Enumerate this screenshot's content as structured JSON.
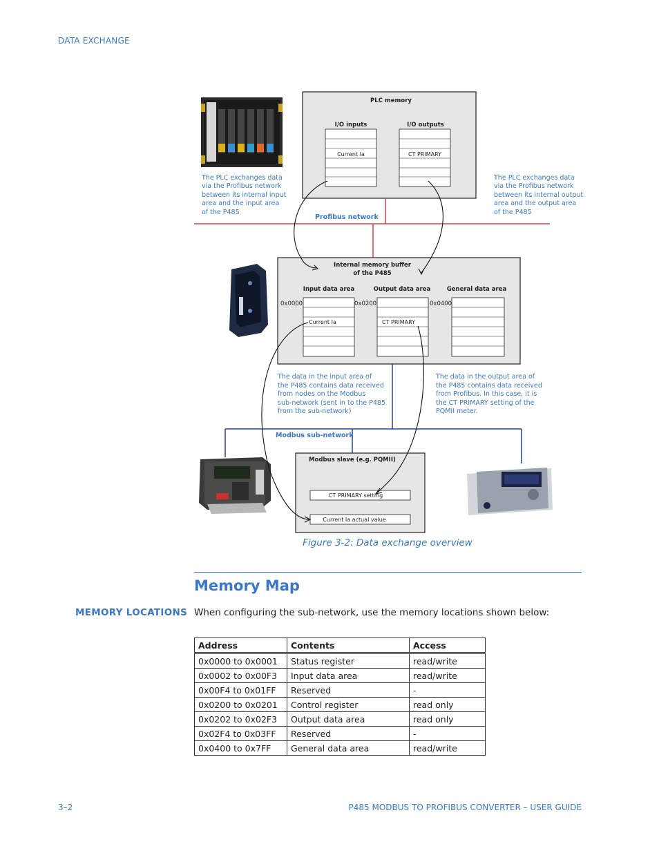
{
  "header": {
    "section": "DATA EXCHANGE"
  },
  "figure": {
    "plc_memory": {
      "title": "PLC memory",
      "io_inputs": "I/O inputs",
      "io_outputs": "I/O outputs",
      "input_cell": "Current Ia",
      "output_cell": "CT PRIMARY"
    },
    "note_left": [
      "The PLC exchanges data",
      "via the Profibus network",
      "between its internal input",
      "area and the input area",
      "of the P485"
    ],
    "note_right": [
      "The PLC exchanges data",
      "via the Profibus network",
      "between its internal output",
      "area and the output area",
      "of the P485"
    ],
    "profibus_label": "Profibus network",
    "buffer": {
      "title_line1": "Internal memory buffer",
      "title_line2": "of the P485",
      "input_area": "Input data area",
      "output_area": "Output data area",
      "general_area": "General data area",
      "addr_input": "0x0000",
      "addr_output": "0x0200",
      "addr_general": "0x0400",
      "input_cell": "Current Ia",
      "output_cell": "CT PRIMARY"
    },
    "note_input": [
      "The data in the input area of",
      "the P485 contains data received",
      "from nodes on the Modbus",
      "sub-network (sent in to the P485",
      "from the sub-network)"
    ],
    "note_output": [
      "The data in the output area of",
      "the P485 contains data received",
      "from Profibus. In this case, it is",
      "the CT PRIMARY setting of the",
      "PQMII meter."
    ],
    "modbus_label": "Modbus sub-network",
    "slave": {
      "title": "Modbus slave (e.g. PQMII)",
      "setting": "CT PRIMARY setting",
      "actual": "Current Ia actual value"
    },
    "caption": "Figure 3-2: Data exchange overview"
  },
  "section": {
    "title": "Memory Map",
    "side_heading": "MEMORY LOCATIONS",
    "intro": "When configuring the sub-network, use the memory locations shown below:"
  },
  "table": {
    "headers": [
      "Address",
      "Contents",
      "Access"
    ],
    "rows": [
      [
        "0x0000 to 0x0001",
        "Status register",
        "read/write"
      ],
      [
        "0x0002 to 0x00F3",
        "Input data area",
        "read/write"
      ],
      [
        "0x00F4 to 0x01FF",
        "Reserved",
        "-"
      ],
      [
        "0x0200 to 0x0201",
        "Control register",
        "read only"
      ],
      [
        "0x0202 to 0x02F3",
        "Output data area",
        "read only"
      ],
      [
        "0x02F4 to 0x03FF",
        "Reserved",
        "-"
      ],
      [
        "0x0400 to 0x7FF",
        "General data area",
        "read/write"
      ]
    ]
  },
  "footer": {
    "page": "3–2",
    "title": "P485 MODBUS TO PROFIBUS CONVERTER – USER GUIDE"
  },
  "colors": {
    "accent": "#3a78c7",
    "profibus": "#d9404a",
    "modbus": "#2b3e9c",
    "box_fill": "#e6e6e6"
  }
}
